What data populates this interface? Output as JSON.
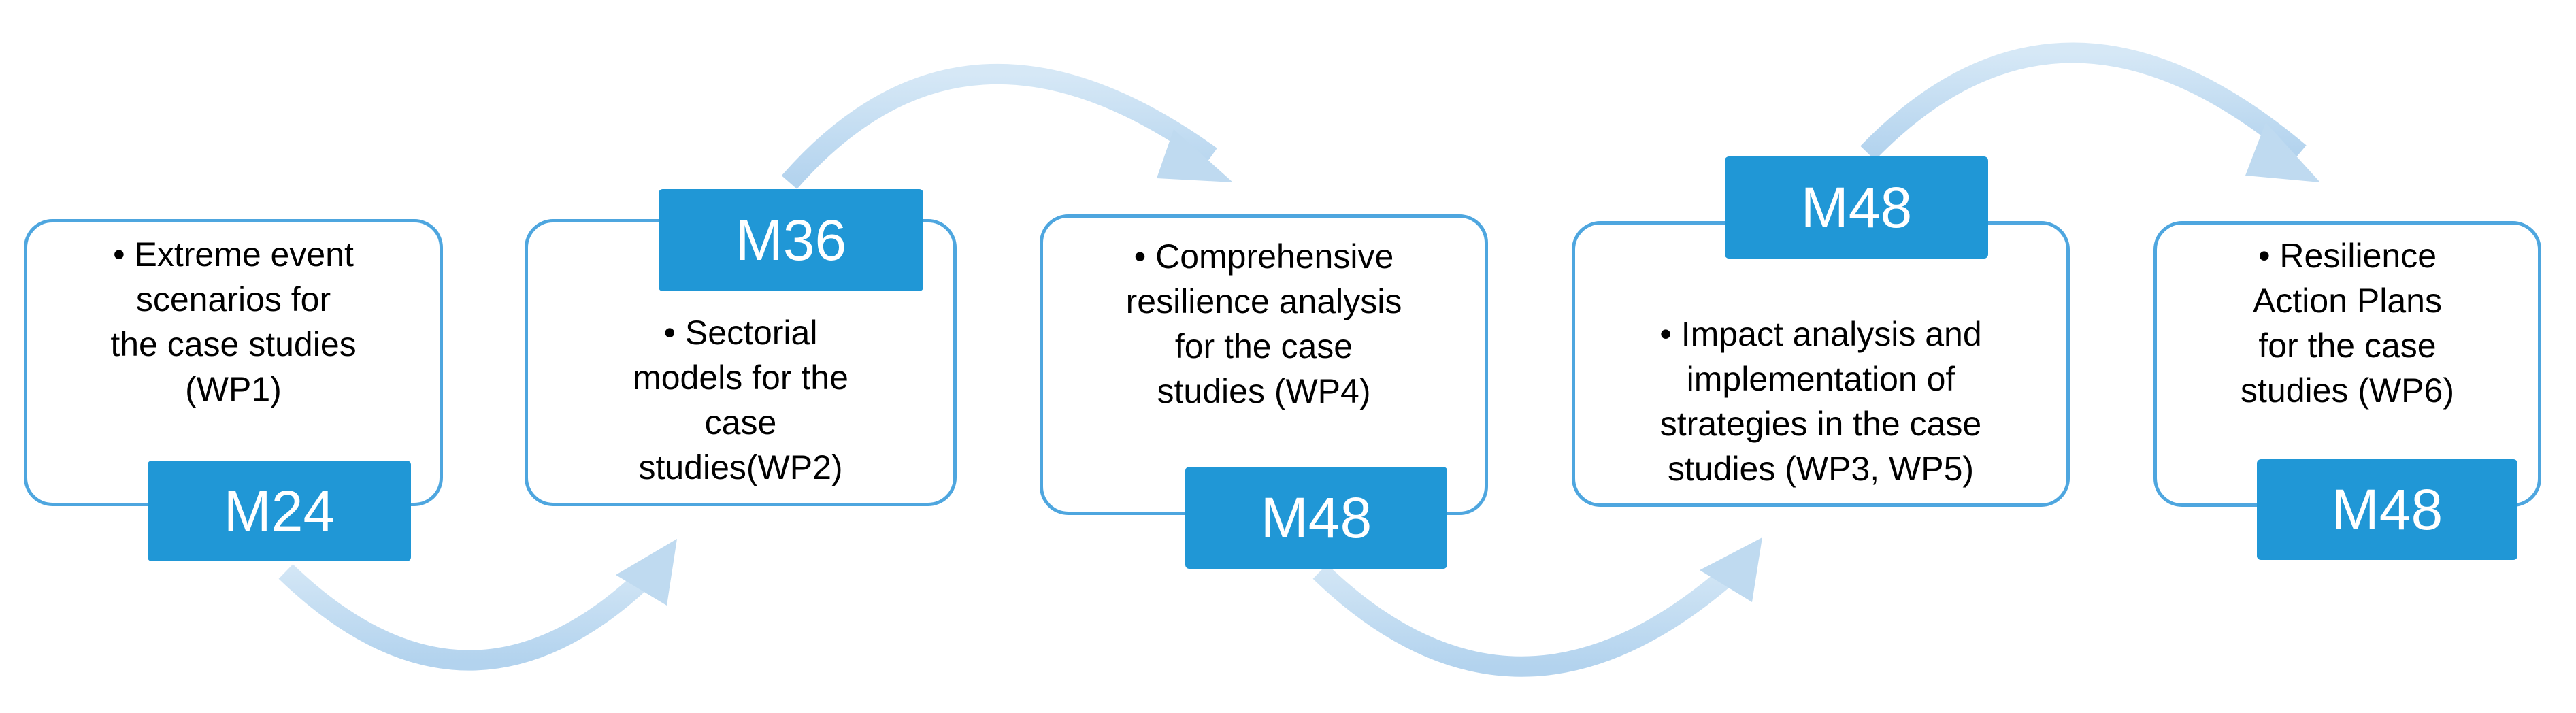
{
  "colors": {
    "box_border": "#4ea6df",
    "milestone_fill": "#2097d6",
    "milestone_text": "#ffffff",
    "arrow_fill": "#bfdaf0",
    "text": "#000000"
  },
  "steps": [
    {
      "text": "• Extreme event\nscenarios for\nthe case studies\n(WP1)",
      "milestone": "M24"
    },
    {
      "text": "• Sectorial\nmodels for the\ncase\nstudies(WP2)",
      "milestone": "M36"
    },
    {
      "text": "• Comprehensive\nresilience analysis\nfor the case\nstudies (WP4)",
      "milestone": "M48"
    },
    {
      "text": "• Impact analysis and\nimplementation of\nstrategies in the case\nstudies  (WP3, WP5)",
      "milestone": "M48"
    },
    {
      "text": "• Resilience\nAction Plans\nfor the case\nstudies (WP6)",
      "milestone": "M48"
    }
  ]
}
